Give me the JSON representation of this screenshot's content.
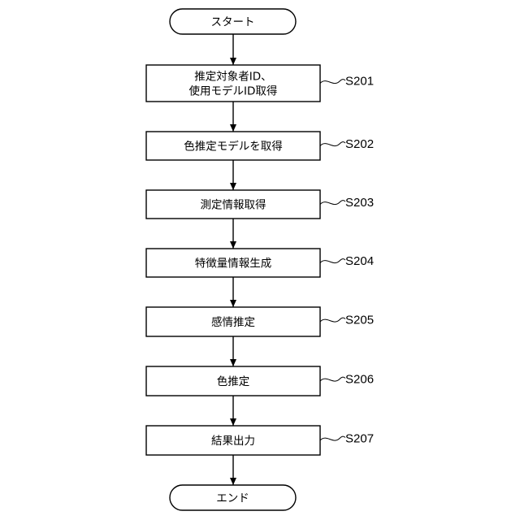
{
  "flowchart": {
    "start": "スタート",
    "end": "エンド",
    "steps": [
      {
        "id": "S201",
        "lines": [
          "推定対象者ID、",
          "使用モデルID取得"
        ]
      },
      {
        "id": "S202",
        "lines": [
          "色推定モデルを取得"
        ]
      },
      {
        "id": "S203",
        "lines": [
          "測定情報取得"
        ]
      },
      {
        "id": "S204",
        "lines": [
          "特徴量情報生成"
        ]
      },
      {
        "id": "S205",
        "lines": [
          "感情推定"
        ]
      },
      {
        "id": "S206",
        "lines": [
          "色推定"
        ]
      },
      {
        "id": "S207",
        "lines": [
          "結果出力"
        ]
      }
    ]
  }
}
